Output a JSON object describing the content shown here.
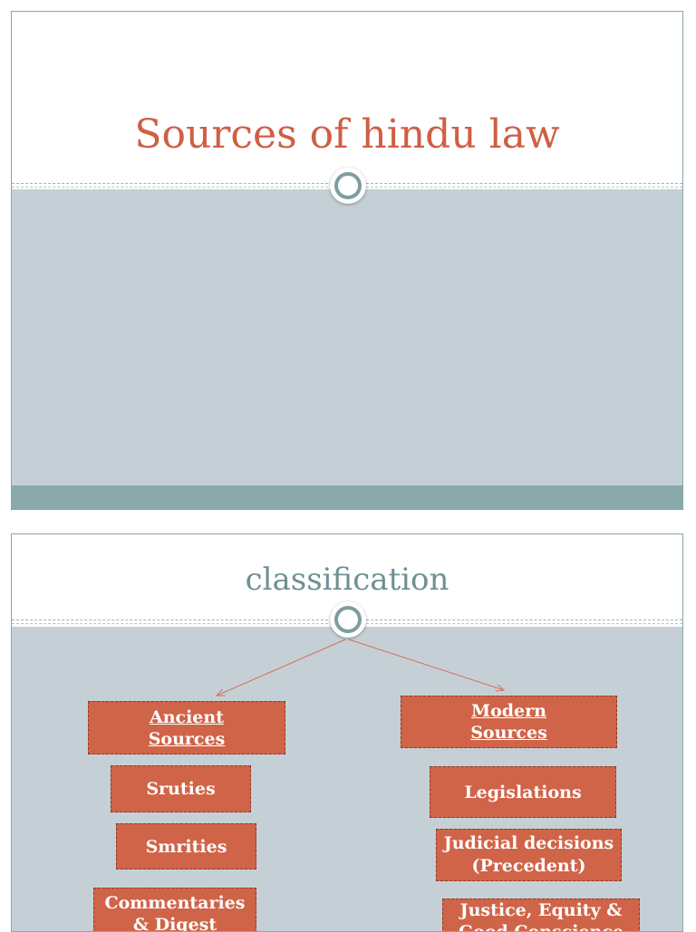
{
  "slides": [
    {
      "title": "Sources of hindu law"
    },
    {
      "title": "classification",
      "ancient": {
        "heading_line1": "Ancient",
        "heading_line2": "Sources",
        "items": [
          "Sruties",
          "Smrities",
          "Commentaries & Digest"
        ]
      },
      "modern": {
        "heading_line1": "Modern",
        "heading_line2": "Sources",
        "items": [
          "Legislations",
          "Judicial decisions (Precedent)",
          "Justice, Equity & Good Conscience"
        ]
      }
    }
  ],
  "colors": {
    "accent": "#d06448",
    "title_red": "#cf5f44",
    "title_teal": "#6f9093",
    "body_band": "#c5d0d6",
    "footer_band": "#88aaaa",
    "arrow": "#d0705a"
  }
}
